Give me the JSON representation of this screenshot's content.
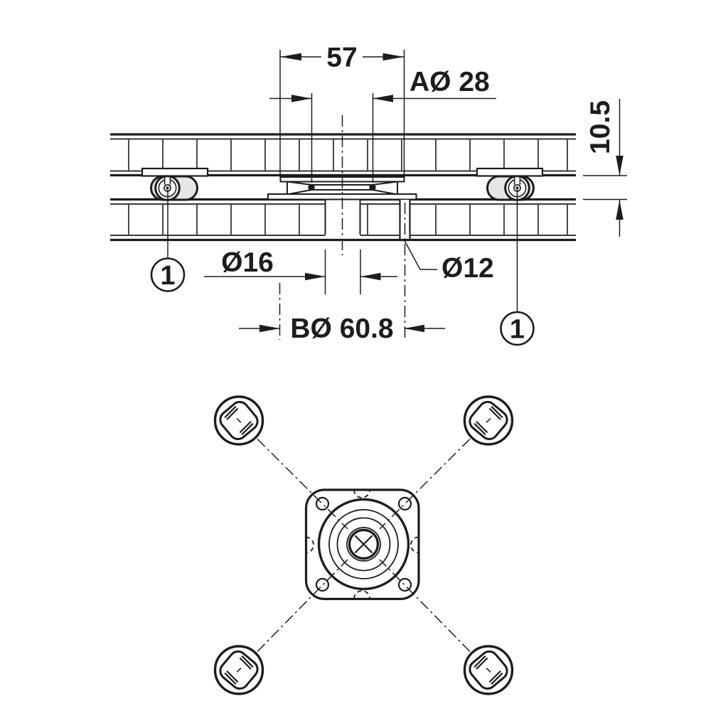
{
  "colors": {
    "ink": "#1d1d1b",
    "paper": "#ffffff",
    "housing_fill": "#e6e6e6"
  },
  "section_view": {
    "dim_width": "57",
    "dim_diameter_a": "AØ 28",
    "dim_panel_gap": "10.5",
    "dim_bore": "Ø16",
    "dim_spigot": "Ø12",
    "dim_diameter_b": "BØ 60.8",
    "balloon_left": "1",
    "balloon_right": "1"
  }
}
